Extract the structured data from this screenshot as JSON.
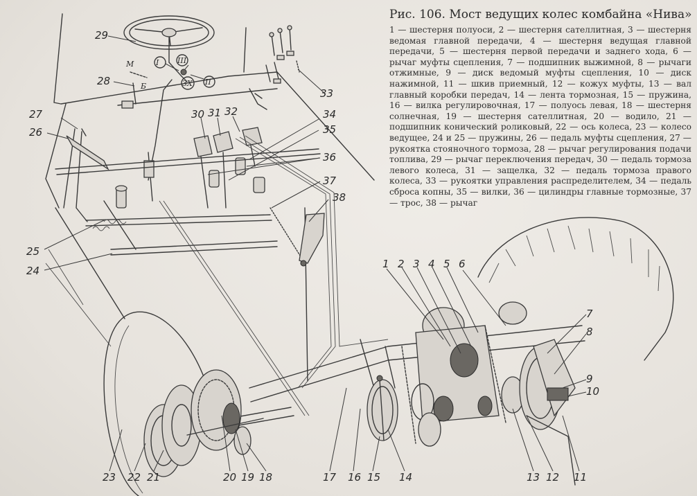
{
  "caption": {
    "title": "Рис. 106. Мост ведущих колес комбайна «Нива»",
    "text": "1 — шестерня полуоси, 2 — шестерня сателлитная, 3 — шестерня ведомая главной передачи, 4 — шестерня ведущая главной передачи, 5 — шестерня первой передачи и заднего хода, 6 — рычаг муфты сцепления, 7 — подшипник выжимной, 8 — рычаги отжимные, 9 — диск ведомый муфты сцепления, 10 — диск нажимной, 11 — шкив приемный, 12 — кожух муфты, 13 — вал главный коробки передач, 14 — лента тормозная, 15 — пружина, 16 — вилка регулировочная, 17 — полуось левая, 18 — шестерня солнечная, 19 — шестерня сателлитная, 20 — водило, 21 — подшипник конический роликовый, 22 — ось колеса, 23 — колесо ведущее, 24 и 25 — пружины, 26 — педаль муфты сцепления, 27 — рукоятка стояночного тормоза, 28 — рычаг регулирования подачи топлива, 29 — рычаг переключения передач, 30 — педаль тормоза левого колеса, 31 — защелка, 32 — педаль тормоза правого колеса, 33 — рукоятки управления распределителем, 34 — педаль сброса копны, 35 — вилки, 36 — цилиндры главные тормозные, 37 — трос, 38 — рычаг"
  },
  "gear_positions": {
    "i": "I",
    "ii": "II",
    "iii": "III",
    "zx": "ЗХ",
    "m": "М",
    "b": "Б"
  },
  "callouts": {
    "n1": "1",
    "n2": "2",
    "n3": "3",
    "n4": "4",
    "n5": "5",
    "n6": "6",
    "n7": "7",
    "n8": "8",
    "n9": "9",
    "n10": "10",
    "n11": "11",
    "n12": "12",
    "n13": "13",
    "n14": "14",
    "n15": "15",
    "n16": "16",
    "n17": "17",
    "n18": "18",
    "n19": "19",
    "n20": "20",
    "n21": "21",
    "n22": "22",
    "n23": "23",
    "n24": "24",
    "n25": "25",
    "n26": "26",
    "n27": "27",
    "n28": "28",
    "n29": "29",
    "n30": "30",
    "n31": "31",
    "n32": "32",
    "n33": "33",
    "n34": "34",
    "n35": "35",
    "n36": "36",
    "n37": "37",
    "n38": "38"
  },
  "colors": {
    "paper": "#e9e6e1",
    "ink": "#3a3a3a"
  }
}
